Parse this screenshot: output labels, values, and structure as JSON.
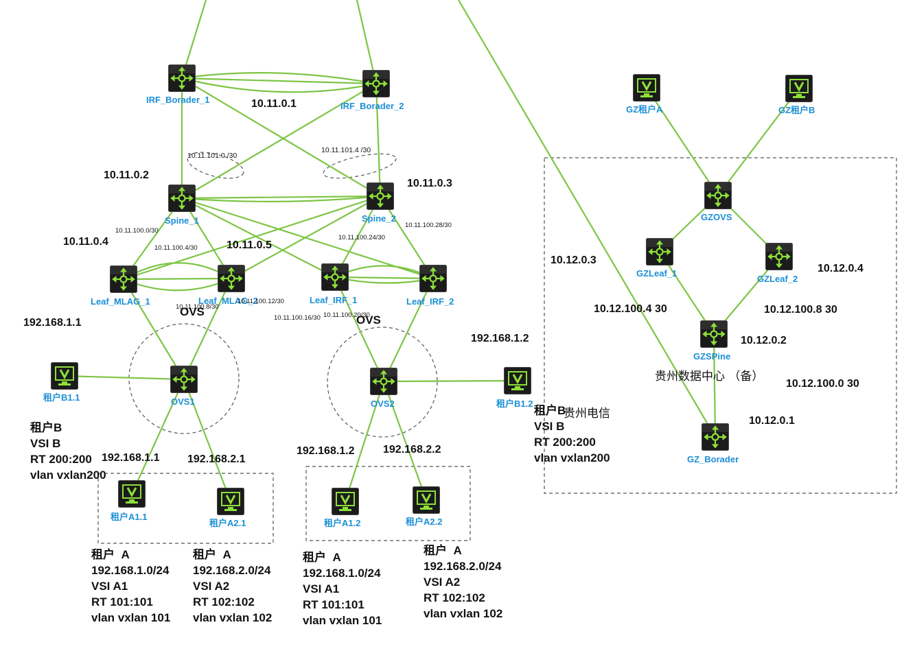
{
  "colors": {
    "link": "#7dc545",
    "device_label": "#1a8fd6",
    "icon_green": "#8ee03a",
    "icon_dark": "#1b1b1b"
  },
  "devices": {
    "irf_border_1": "IRF_Borader_1",
    "irf_border_2": "IRF_Borader_2",
    "spine_1": "Spine_1",
    "spine_2": "Spine_2",
    "leaf_mlag_1": "Leaf_MLAG_1",
    "leaf_mlag_2": "Leaf_MLAG_2",
    "leaf_irf_1": "Leaf_IRF_1",
    "leaf_irf_2": "Leaf_IRF_2",
    "ovs1": "OVS1",
    "ovs2": "OVS2",
    "tenant_b11": "租户B1.1",
    "tenant_b12": "租户B1.2",
    "tenant_a11": "租户A1.1",
    "tenant_a21": "租户A2.1",
    "tenant_a12": "租户A1.2",
    "tenant_a22": "租户A2.2",
    "gz_tenant_a": "GZ租户A",
    "gz_tenant_b": "GZ租户B",
    "gzovs": "GZOVS",
    "gzleaf_1": "GZLeaf_1",
    "gzleaf_2": "GZLeaf_2",
    "gzspine": "GZSPine",
    "gz_border": "GZ_Borader"
  },
  "addresses": {
    "irf_border": "10.11.0.1",
    "spine_1": "10.11.0.2",
    "spine_2": "10.11.0.3",
    "leaf_mlag_1": "10.11.0.4",
    "leaf_mlag_2": "10.11.0.5",
    "ovs1_left": "192.168.1.1",
    "ovs2_right": "192.168.1.2",
    "ovs1_a11": "192.168.1.1",
    "ovs1_a21": "192.168.2.1",
    "ovs2_a12": "192.168.1.2",
    "ovs2_a22": "192.168.2.2",
    "gz_leaf_1": "10.12.0.3",
    "gz_leaf_2": "10.12.0.4",
    "gz_spine": "10.12.0.2",
    "gz_border": "10.12.0.1",
    "gz_link_1": "10.12.100.4 30",
    "gz_link_2": "10.12.100.8 30",
    "gz_link_3": "10.12.100.0 30"
  },
  "subnets": {
    "s101_0": "10.11.101.0 /30",
    "s101_4": "10.11.101.4 /30",
    "s100_0": "10.11.100.0/30",
    "s100_4": "10.11.100.4/30",
    "s100_24": "10.11.100.24/30",
    "s100_28": "10.11.100.28/30",
    "s100_8": "10.11.100.8/30",
    "s100_12": "10.11.100.12/30",
    "s100_16": "10.11.100.16/30",
    "s100_20": "10.11.100.20/30"
  },
  "ovs_labels": {
    "left": "OVS",
    "right": "OVS"
  },
  "tenant_info": {
    "b_left": "租户B\nVSI B\nRT 200:200\nvlan vxlan200",
    "b_right": "租户B\nVSI B\nRT 200:200\nvlan vxlan200",
    "a1_left": "租户  A\n192.168.1.0/24\nVSI A1\nRT 101:101\nvlan vxlan 101",
    "a2_left": "租户  A\n192.168.2.0/24\nVSI A2\nRT 102:102\nvlan vxlan 102",
    "a1_right": "租户  A\n192.168.1.0/24\nVSI A1\nRT 101:101\nvlan vxlan 101",
    "a2_right": "租户  A\n192.168.2.0/24\nVSI A2\nRT 102:102\nvlan vxlan 102"
  },
  "regions": {
    "guizhou_dc": "贵州数据中心 （备）",
    "guizhou_telecom": "贵州电信"
  }
}
